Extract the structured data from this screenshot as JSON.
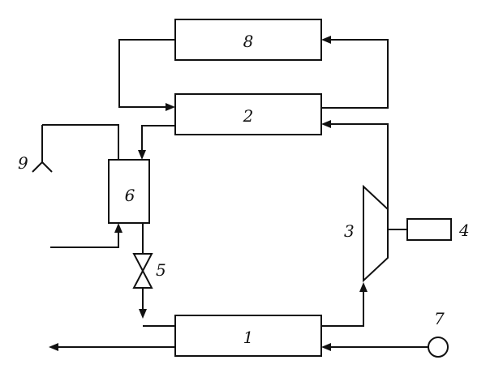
{
  "labels": {
    "one": "1",
    "two": "2",
    "three": "3",
    "four": "4",
    "five": "5",
    "six": "6",
    "seven": "7",
    "eight": "8",
    "nine": "9"
  },
  "colors": {
    "stroke": "#111111",
    "background": "#ffffff"
  }
}
